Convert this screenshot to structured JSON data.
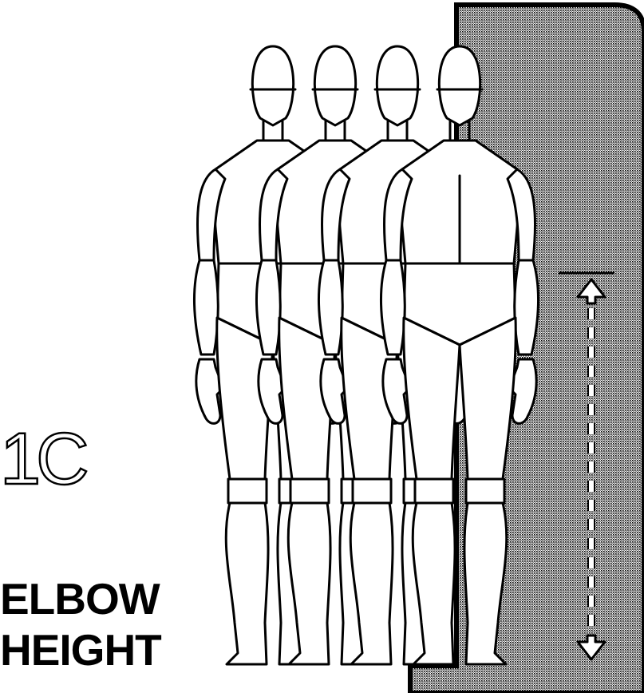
{
  "figure": {
    "plate_number": "1C",
    "label_lines": [
      "ELBOW",
      "HEIGHT"
    ],
    "colors": {
      "ink": "#000000",
      "paper": "#ffffff",
      "wall_pattern": "#8a8a8a"
    },
    "icons": {
      "figure": "human-figure-icon",
      "measure": "double-arrow-icon"
    },
    "figure_count": 4
  }
}
